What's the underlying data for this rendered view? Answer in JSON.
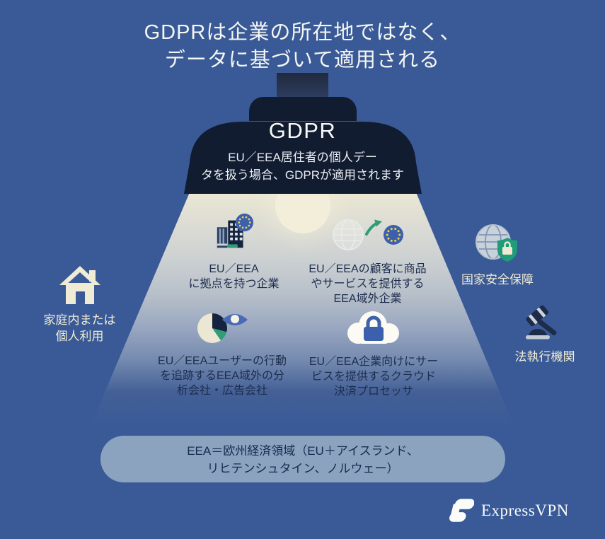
{
  "colors": {
    "background": "#395a97",
    "lamp_navy": "#121c31",
    "beam_cream": "#ebe7d3",
    "text_navy": "#1d2d4e",
    "label_cream": "#f0ebd5",
    "accent_green": "#2f9d78",
    "eu_flag_blue": "#3c5fae",
    "eu_star_yellow": "#f4d440",
    "lock_blue": "#3c60ab",
    "pill_background": "#8ba3bf",
    "brand_white": "#fbfbfa"
  },
  "title": {
    "line1": "GDPRは企業の所在地ではなく、",
    "line2": "データに基づいて適用される"
  },
  "lamp": {
    "heading": "GDPR",
    "subtitle_line1": "EU／EEA居住者の個人デー",
    "subtitle_line2": "タを扱う場合、GDPRが適用されます"
  },
  "beam_items": [
    {
      "icon": "building-eu-flag-icon",
      "lines": [
        "EU／EEA",
        "に拠点を持つ企業"
      ]
    },
    {
      "icon": "globe-arrow-eu-flag-icon",
      "lines": [
        "EU／EEAの顧客に商品",
        "やサービスを提供する",
        "EEA域外企業"
      ]
    },
    {
      "icon": "pie-chart-eye-icon",
      "lines": [
        "EU／EEAユーザーの行動",
        "を追跡するEEA域外の分",
        "析会社・広告会社"
      ]
    },
    {
      "icon": "cloud-lock-icon",
      "lines": [
        "EU／EEA企業向けにサー",
        "ビスを提供するクラウド",
        "決済プロセッサ"
      ]
    }
  ],
  "outside_items": [
    {
      "icon": "house-icon",
      "lines": [
        "家庭内または",
        "個人利用"
      ]
    },
    {
      "icon": "globe-shield-icon",
      "lines": [
        "国家安全保障"
      ]
    },
    {
      "icon": "gavel-icon",
      "lines": [
        "法執行機関"
      ]
    }
  ],
  "footnote": {
    "line1": "EEA＝欧州経済領域（EU＋アイスランド、",
    "line2": "リヒテンシュタイン、ノルウェー）"
  },
  "brand": {
    "name": "ExpressVPN"
  }
}
